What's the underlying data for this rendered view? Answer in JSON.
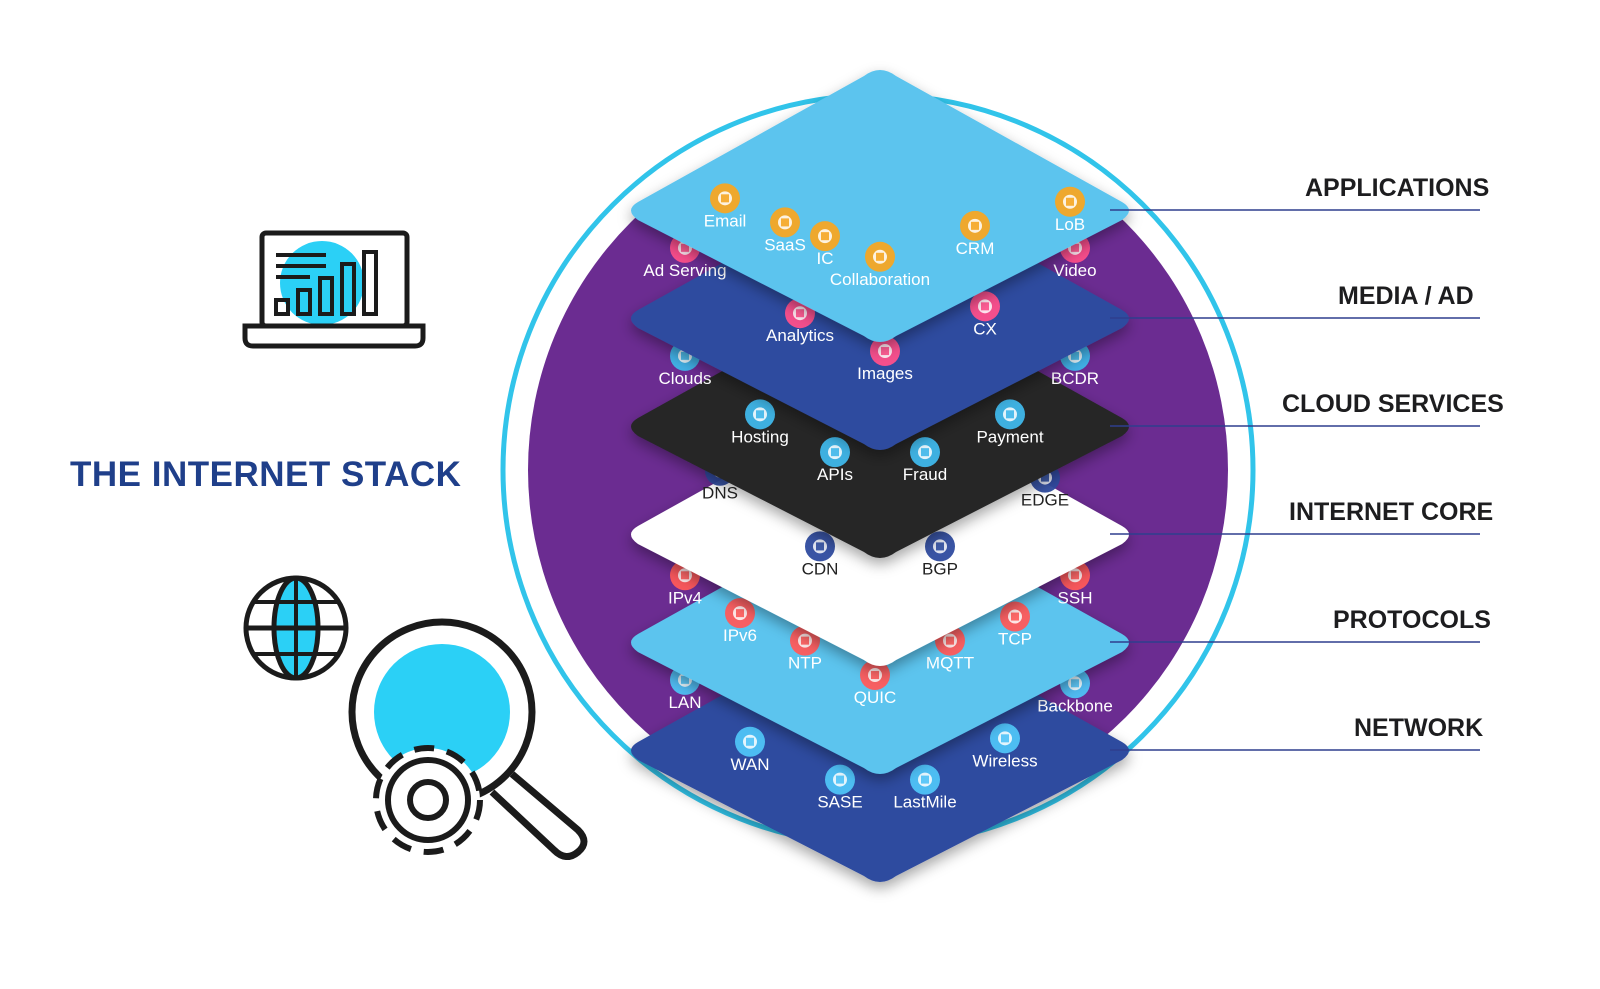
{
  "diagram": {
    "title": "THE INTERNET STACK",
    "colors": {
      "applications": "#5cc4ee",
      "media_ad": "#2e4b9f",
      "cloud_services": "#262628",
      "internet_core": "#ffffff",
      "protocols": "#5cc4ee",
      "network": "#2e4b9f",
      "purple_circle": "#6b2c91",
      "ring": "#31c4ea",
      "title": "#1f3f8a",
      "label_line": "#2e3e8e"
    },
    "layers": [
      {
        "id": "applications",
        "label": "APPLICATIONS",
        "items": [
          {
            "label": "Email",
            "icon": "email-icon"
          },
          {
            "label": "SaaS",
            "icon": "saas-icon"
          },
          {
            "label": "IC",
            "icon": "chip-icon"
          },
          {
            "label": "Collaboration",
            "icon": "collaboration-icon"
          },
          {
            "label": "CRM",
            "icon": "crm-icon"
          },
          {
            "label": "LoB",
            "icon": "lob-icon"
          }
        ]
      },
      {
        "id": "media_ad",
        "label": "MEDIA / AD",
        "items": [
          {
            "label": "Ad Serving",
            "icon": "ad-serving-icon"
          },
          {
            "label": "Analytics",
            "icon": "analytics-icon"
          },
          {
            "label": "Images",
            "icon": "images-icon"
          },
          {
            "label": "CX",
            "icon": "cx-icon"
          },
          {
            "label": "Video",
            "icon": "video-play-icon"
          }
        ]
      },
      {
        "id": "cloud_services",
        "label": "CLOUD SERVICES",
        "items": [
          {
            "label": "Clouds",
            "icon": "cloud-icon"
          },
          {
            "label": "Hosting",
            "icon": "hosting-icon"
          },
          {
            "label": "APIs",
            "icon": "api-gear-icon"
          },
          {
            "label": "Fraud",
            "icon": "shield-icon"
          },
          {
            "label": "Payment",
            "icon": "payment-icon"
          },
          {
            "label": "BCDR",
            "icon": "bcdr-icon"
          }
        ]
      },
      {
        "id": "internet_core",
        "label": "INTERNET CORE",
        "items": [
          {
            "label": "DNS",
            "icon": "dns-globe-icon"
          },
          {
            "label": "CDN",
            "icon": "cdn-icon"
          },
          {
            "label": "BGP",
            "icon": "bgp-icon"
          },
          {
            "label": "EDGE",
            "icon": "edge-cloud-icon"
          }
        ]
      },
      {
        "id": "protocols",
        "label": "PROTOCOLS",
        "items": [
          {
            "label": "IPv4",
            "icon": "ipv4-icon"
          },
          {
            "label": "IPv6",
            "icon": "ipv6-pin-icon"
          },
          {
            "label": "NTP",
            "icon": "ntp-clock-icon"
          },
          {
            "label": "QUIC",
            "icon": "quic-icon"
          },
          {
            "label": "MQTT",
            "icon": "mqtt-icon"
          },
          {
            "label": "TCP",
            "icon": "tcp-icon"
          },
          {
            "label": "SSH",
            "icon": "ssh-lock-icon"
          }
        ]
      },
      {
        "id": "network",
        "label": "NETWORK",
        "items": [
          {
            "label": "LAN",
            "icon": "lan-icon"
          },
          {
            "label": "WAN",
            "icon": "wan-icon"
          },
          {
            "label": "SASE",
            "icon": "sase-icon"
          },
          {
            "label": "LastMile",
            "icon": "lastmile-box-icon"
          },
          {
            "label": "Wireless",
            "icon": "wireless-icon"
          },
          {
            "label": "Backbone",
            "icon": "backbone-icon"
          }
        ]
      }
    ]
  }
}
